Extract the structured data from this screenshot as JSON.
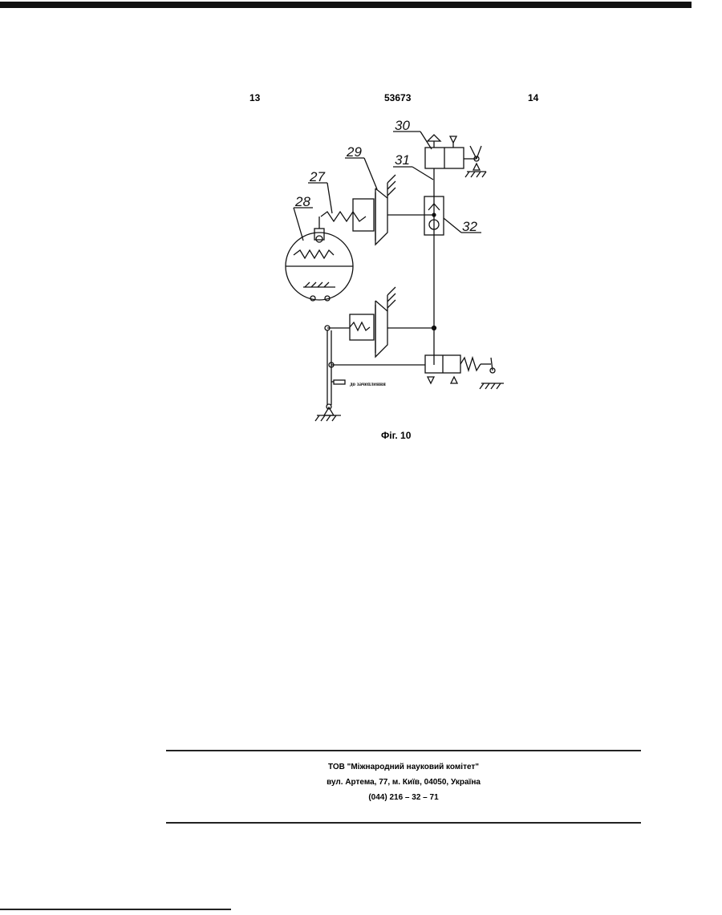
{
  "header": {
    "left_page": "13",
    "doc_number": "53673",
    "right_page": "14"
  },
  "figure": {
    "labels": {
      "l30": "30",
      "l31": "31",
      "l29": "29",
      "l27": "27",
      "l28": "28",
      "l32": "32"
    },
    "note": "до зачеплення",
    "caption": "Фіг. 10"
  },
  "publisher": {
    "name": "ТОВ \"Міжнародний науковий комітет\"",
    "address": "вул. Артема, 77, м. Київ, 04050, Україна",
    "phone": "(044) 216 – 32 – 71"
  }
}
